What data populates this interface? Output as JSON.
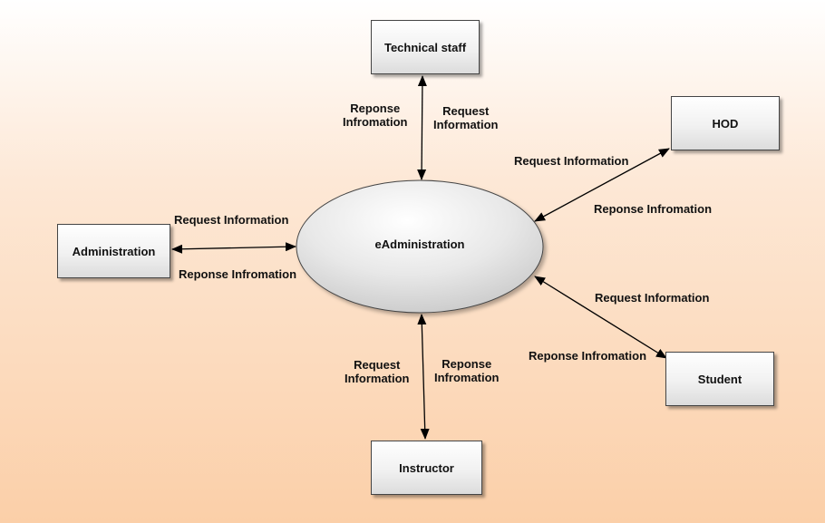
{
  "diagram": {
    "center": "eAdministration",
    "entities": {
      "technical_staff": "Technical staff",
      "hod": "HOD",
      "administration": "Administration",
      "student": "Student",
      "instructor": "Instructor"
    },
    "labels": {
      "tech_response": "Reponse\nInfromation",
      "tech_request": "Request\nInformation",
      "hod_request": "Request Information",
      "hod_response": "Reponse Infromation",
      "admin_request": "Request Information",
      "admin_response": "Reponse Infromation",
      "student_request": "Request Information",
      "student_response": "Reponse Infromation",
      "instructor_request": "Request\nInformation",
      "instructor_response": "Reponse\nInfromation"
    }
  }
}
